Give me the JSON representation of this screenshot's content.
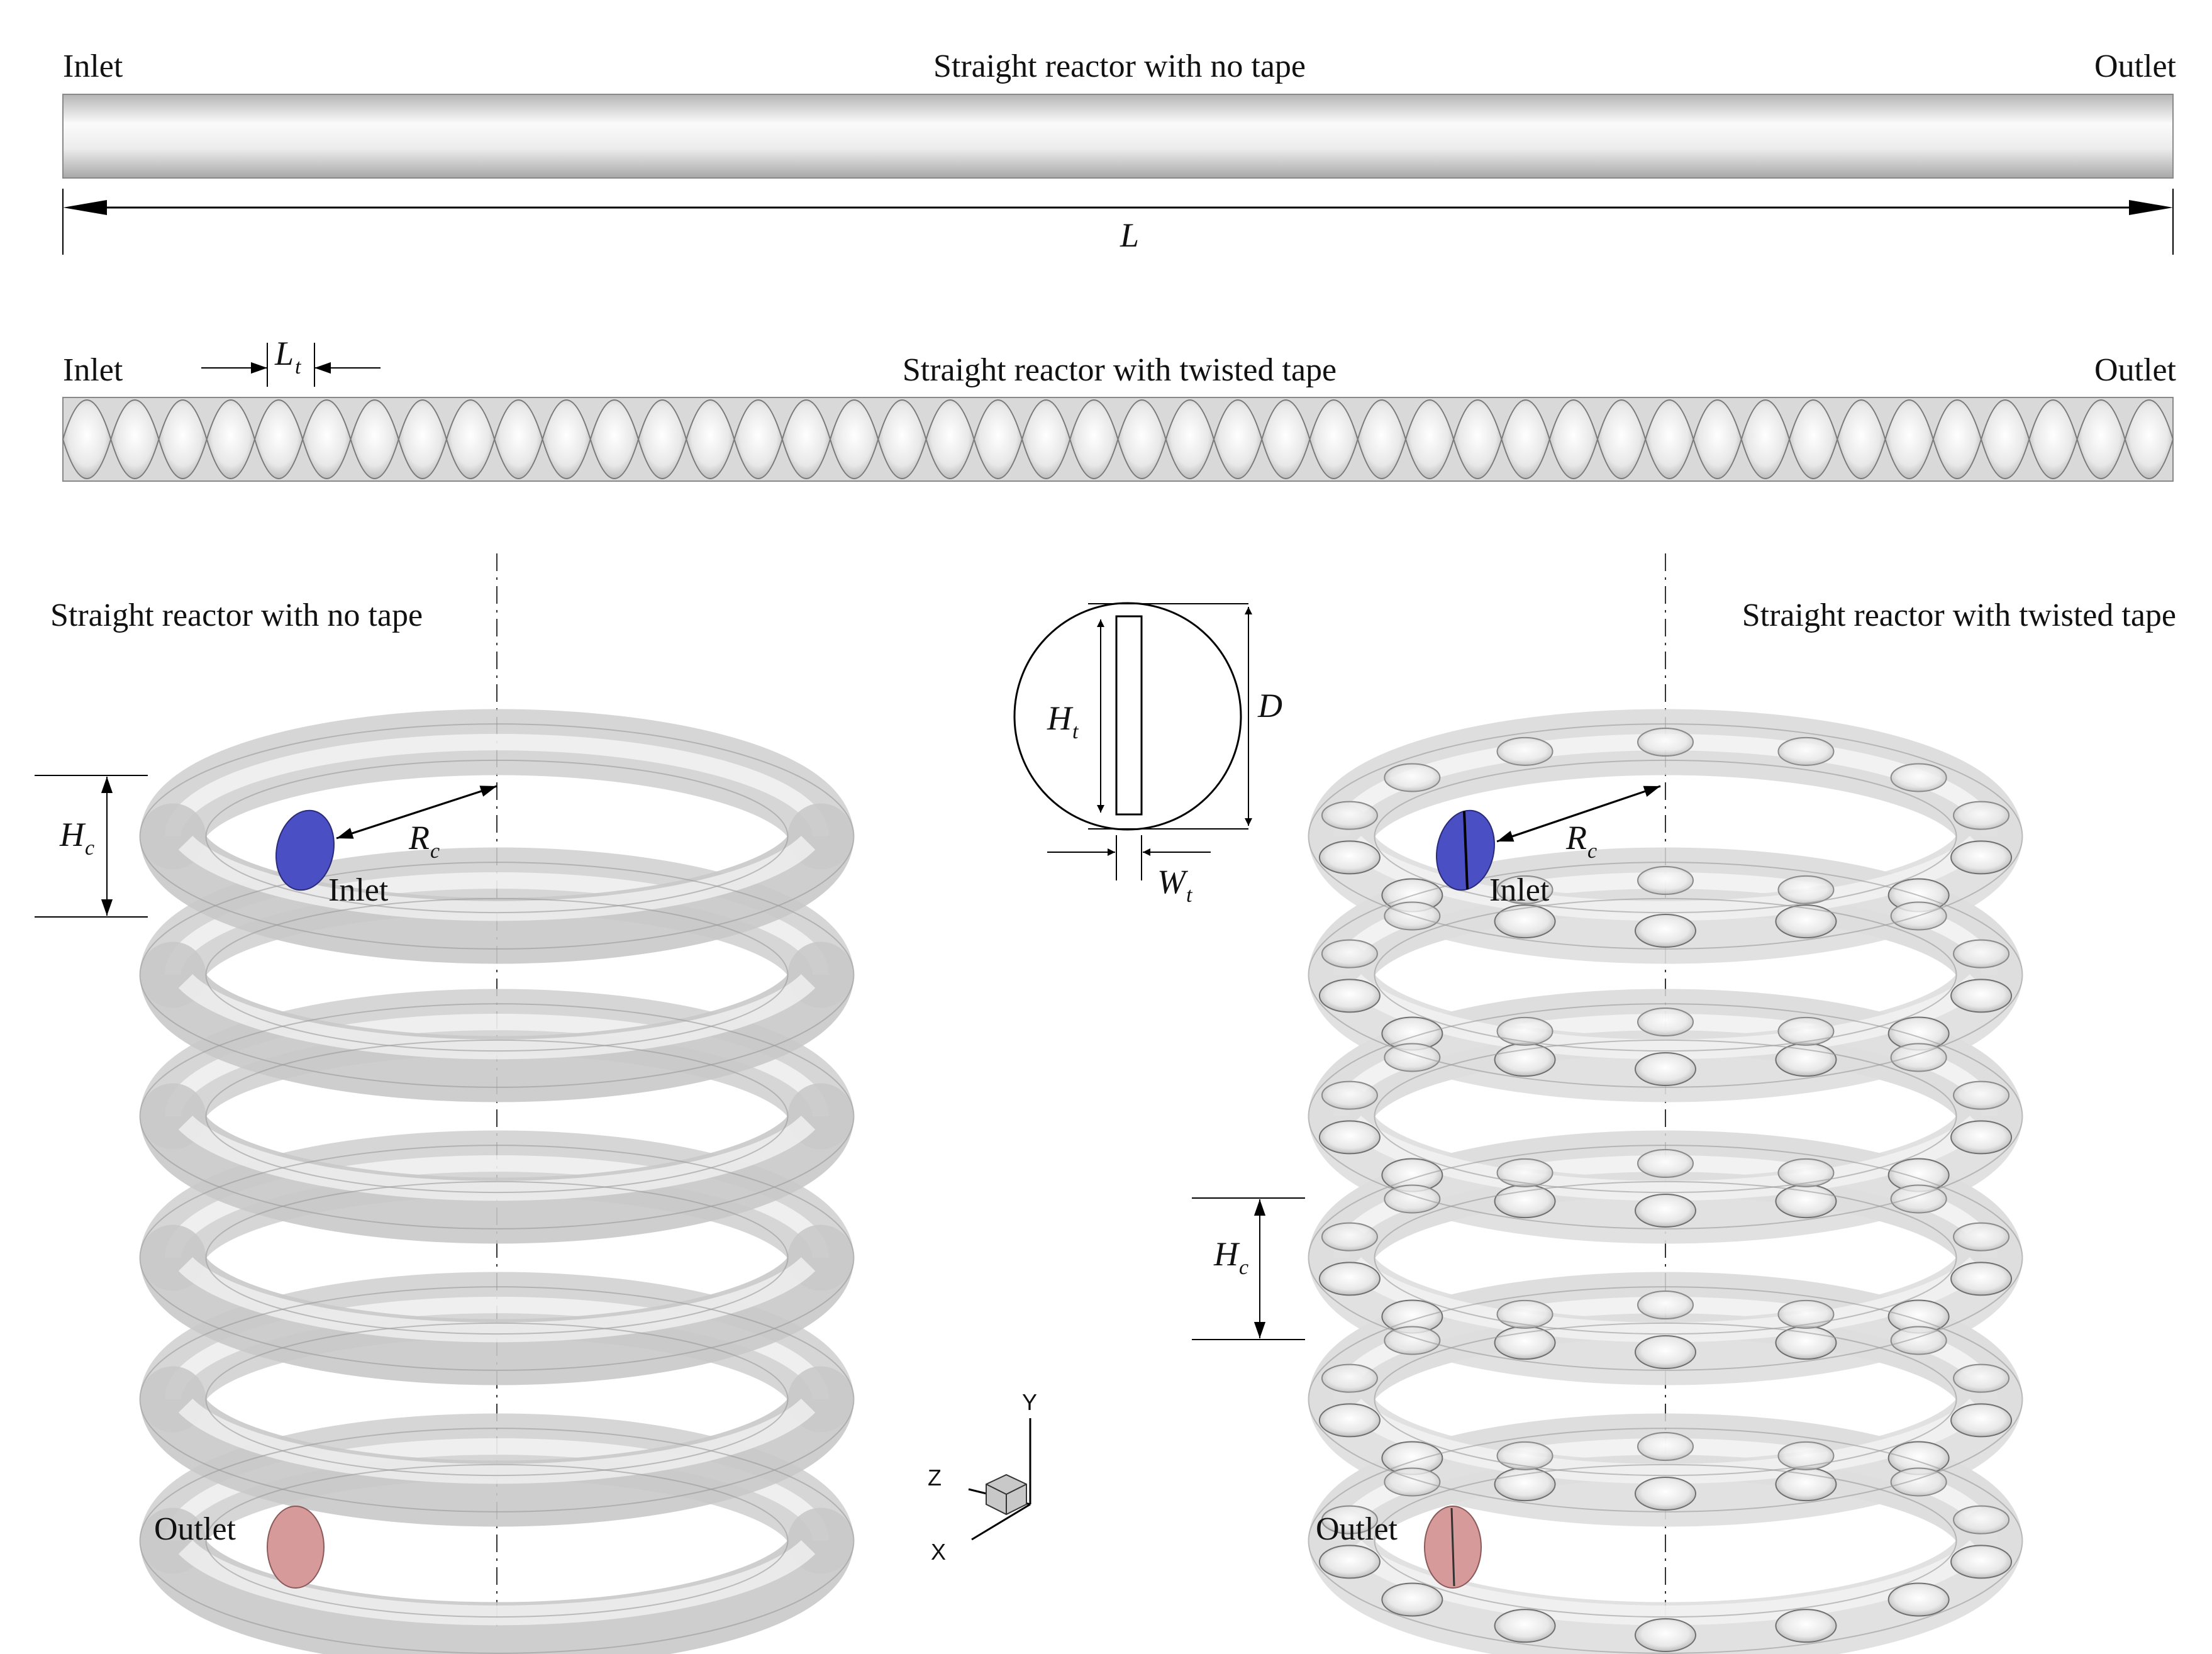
{
  "top_panel": {
    "inlet": "Inlet",
    "outlet": "Outlet",
    "title": "Straight reactor with no tape",
    "length_symbol": "L"
  },
  "middle_panel": {
    "inlet": "Inlet",
    "outlet": "Outlet",
    "title": "Straight reactor with twisted tape",
    "pitch_symbol": "L",
    "pitch_subscript": "t"
  },
  "left_coil": {
    "title": "Straight reactor with no tape",
    "inlet": "Inlet",
    "outlet": "Outlet",
    "height_symbol": "H",
    "height_subscript": "c",
    "radius_symbol": "R",
    "radius_subscript": "c"
  },
  "cross_section": {
    "height_symbol": "H",
    "height_subscript": "t",
    "diameter_symbol": "D",
    "width_symbol": "W",
    "width_subscript": "t"
  },
  "right_coil": {
    "title": "Straight reactor with twisted tape",
    "inlet": "Inlet",
    "outlet": "Outlet",
    "height_symbol": "H",
    "height_subscript": "c",
    "radius_symbol": "R",
    "radius_subscript": "c"
  },
  "axes_triad": {
    "y": "Y",
    "z": "Z",
    "x": "X"
  },
  "colors": {
    "inlet_face": "#4a4fc4",
    "outlet_face": "#d69a9a",
    "tube": "#cfcfcf"
  }
}
